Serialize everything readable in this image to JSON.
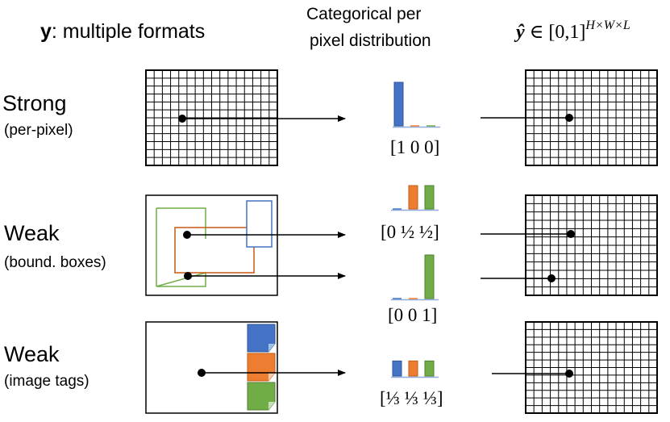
{
  "header": {
    "col1_bold": "y",
    "col1_rest": ": multiple formats",
    "col2_line1": "Categorical per",
    "col2_line2": "pixel distribution",
    "col3_yhat": "ŷ",
    "col3_set": " ∈ [0,1]",
    "col3_sup": "H×W×L"
  },
  "rows": [
    {
      "label": "Strong",
      "sublabel": "(per-pixel)"
    },
    {
      "label": "Weak",
      "sublabel": "(bound. boxes)"
    },
    {
      "label": "Weak",
      "sublabel": "(image tags)"
    }
  ],
  "vectors": [
    "[1 0 0]",
    "[0 ½ ½]",
    "[0 0 1]",
    "[⅓ ⅓ ⅓]"
  ],
  "colors": {
    "class1": "#4472c4",
    "class2": "#ed7d31",
    "class3": "#70ad47",
    "class1_edge": "#2f5597",
    "class2_edge": "#c55a11",
    "class3_edge": "#507e32",
    "grid": "#000000",
    "baseline": "#8faadc"
  },
  "distributions": [
    [
      1,
      0,
      0
    ],
    [
      0,
      0.5,
      0.5
    ],
    [
      0,
      0,
      1
    ],
    [
      0.333,
      0.333,
      0.333
    ]
  ],
  "icons": [
    "tag-blue-icon",
    "tag-orange-icon",
    "tag-green-icon"
  ]
}
